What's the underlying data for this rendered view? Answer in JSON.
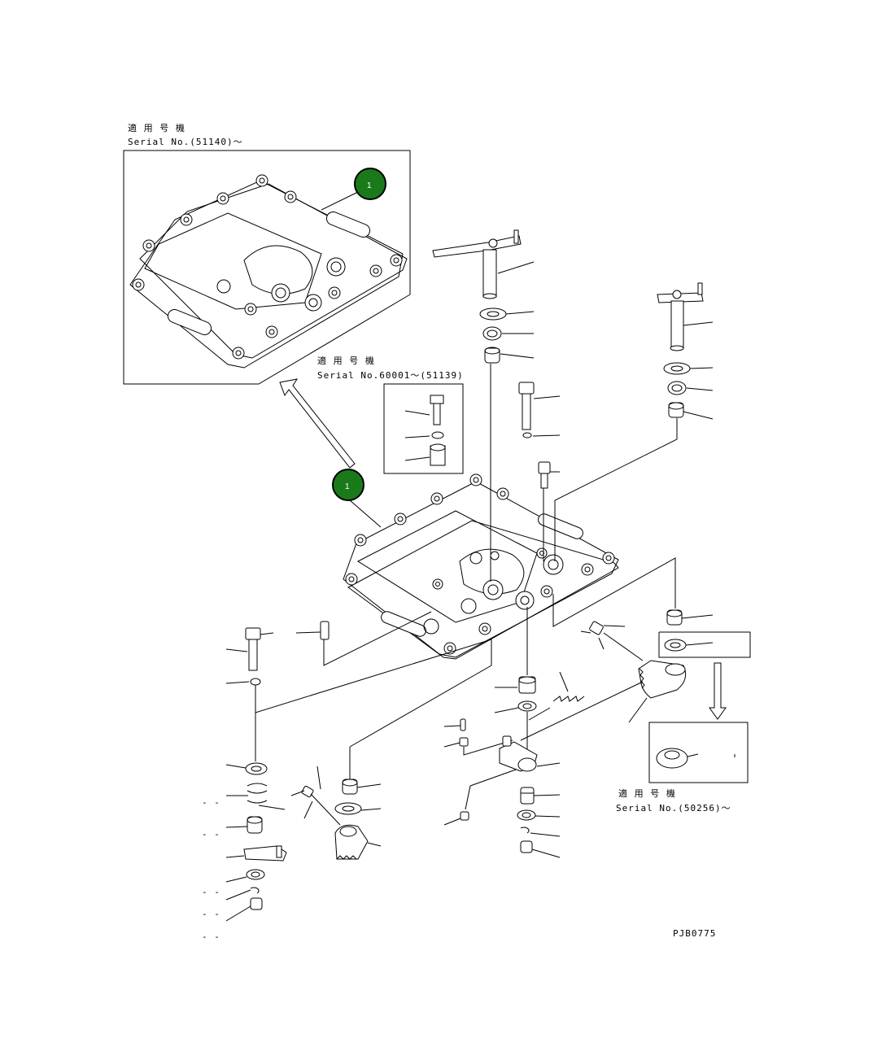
{
  "inset_top": {
    "label_jp": "適 用 号 機",
    "serial": "Serial No.(51140)～"
  },
  "inset_middle": {
    "label_jp": "適 用 号 機",
    "serial": "Serial No.60001～(51139)"
  },
  "inset_bottom": {
    "label_jp": "適 用 号 機",
    "serial": "Serial No.(50256)～"
  },
  "callouts": [
    {
      "id": "callout-top",
      "label": "1",
      "color": "#1a7a1a"
    },
    {
      "id": "callout-main",
      "label": "1",
      "color": "#1a7a1a"
    }
  ],
  "drawing_code": "PJB0775",
  "side_marks": [
    "- -",
    "- -",
    "- -",
    "- -",
    "- -"
  ],
  "colors": {
    "callout_fill": "#1a7a1a",
    "line": "#000000"
  }
}
